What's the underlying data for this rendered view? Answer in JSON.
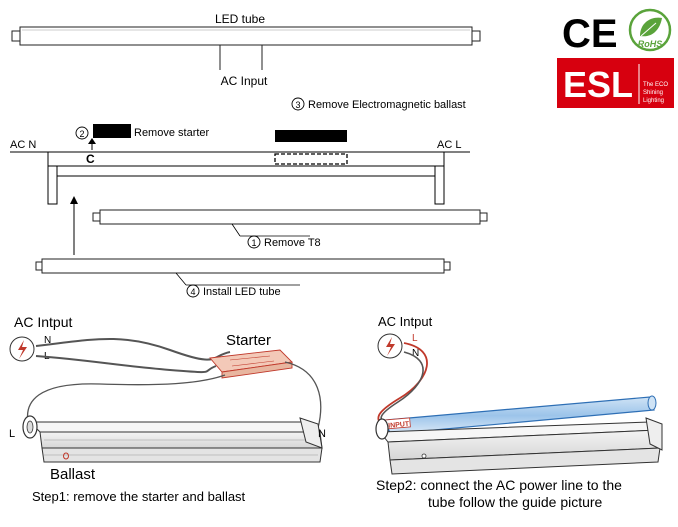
{
  "top_diagram": {
    "led_tube_label": "LED tube",
    "ac_input_label": "AC Input"
  },
  "steps_diagram": {
    "step1_num": "1",
    "step1_text": "Remove T8",
    "step2_num": "2",
    "step2_text": "Remove starter",
    "step3_num": "3",
    "step3_text": "Remove Electromagnetic ballast",
    "step4_num": "4",
    "step4_text": "Install LED tube",
    "ac_n_label": "AC N",
    "ac_l_label": "AC L",
    "c_label": "C"
  },
  "logos": {
    "ce_text": "CE",
    "rohs_text": "RoHS",
    "esl_text": "ESL",
    "esl_tagline_1": "The ECO",
    "esl_tagline_2": "Shining",
    "esl_tagline_3": "Lighting"
  },
  "step1_panel": {
    "ac_input_label": "AC  Intput",
    "n_label": "N",
    "l_label": "L",
    "starter_label": "Starter",
    "left_l_label": "L",
    "right_n_label": "N",
    "ballast_label": "Ballast",
    "caption": "Step1: remove the starter and ballast"
  },
  "step2_panel": {
    "ac_input_label": "AC  Intput",
    "l_label": "L",
    "n_label": "N",
    "input_label": "INPUT",
    "caption_line1": "Step2: connect the AC power line to the",
    "caption_line2": "tube follow the guide picture"
  },
  "colors": {
    "ce_red": "#d7000f",
    "esl_red": "#d7000f",
    "rohs_green": "#5aa33b",
    "wire_red": "#c0392b",
    "tube_blue": "#2e6fb5",
    "starter_fill": "#f3c9b8"
  }
}
